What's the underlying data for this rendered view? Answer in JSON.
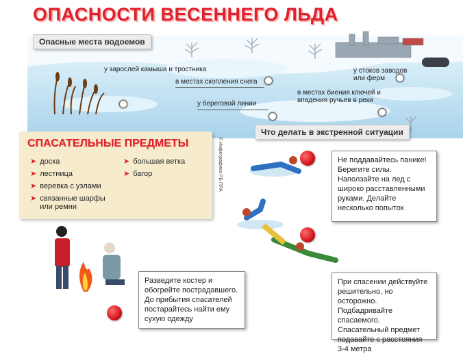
{
  "title": "ОПАСНОСТИ ВЕСЕННЕГО ЛЬДА",
  "dangerous_places": {
    "heading": "Опасные места водоемов",
    "callouts": [
      "у зарослей камыша и тростника",
      "в местах скопления снега",
      "у береговой линии",
      "у стоков заводов или ферм",
      "в местах биения ключей и впадения ручьев в реки"
    ]
  },
  "emergency": {
    "heading": "Что делать в экстренной ситуации"
  },
  "rescue_items": {
    "heading": "СПАСАТЕЛЬНЫЕ ПРЕДМЕТЫ",
    "column1": [
      "доска",
      "лестница",
      "веревка с узлами",
      "связанные шарфы или ремни"
    ],
    "column2": [
      "большая ветка",
      "багор"
    ]
  },
  "credit": "© Инфографика РБ ПРА",
  "tips": {
    "self_rescue": "Не поддавайтесь панике! Берегите силы. Наползайте на лед с широко расставленными руками. Делайте несколько попыток",
    "rescuing_others": "При спасении действуйте решительно, но осторожно. Подбадривайте спасаемого. Спасательный предмет подавайте с расстояния 3-4 метра",
    "warming": "Разведите костер и обогрейте пострадавшего. До прибытия спасателей постарайтесь найти ему сухую одежду"
  },
  "colors": {
    "title_red": "#e0202a",
    "ice_blue": "#bfe0f2",
    "panel_beige": "#f6eccd",
    "marker_red": "#d0101a"
  }
}
